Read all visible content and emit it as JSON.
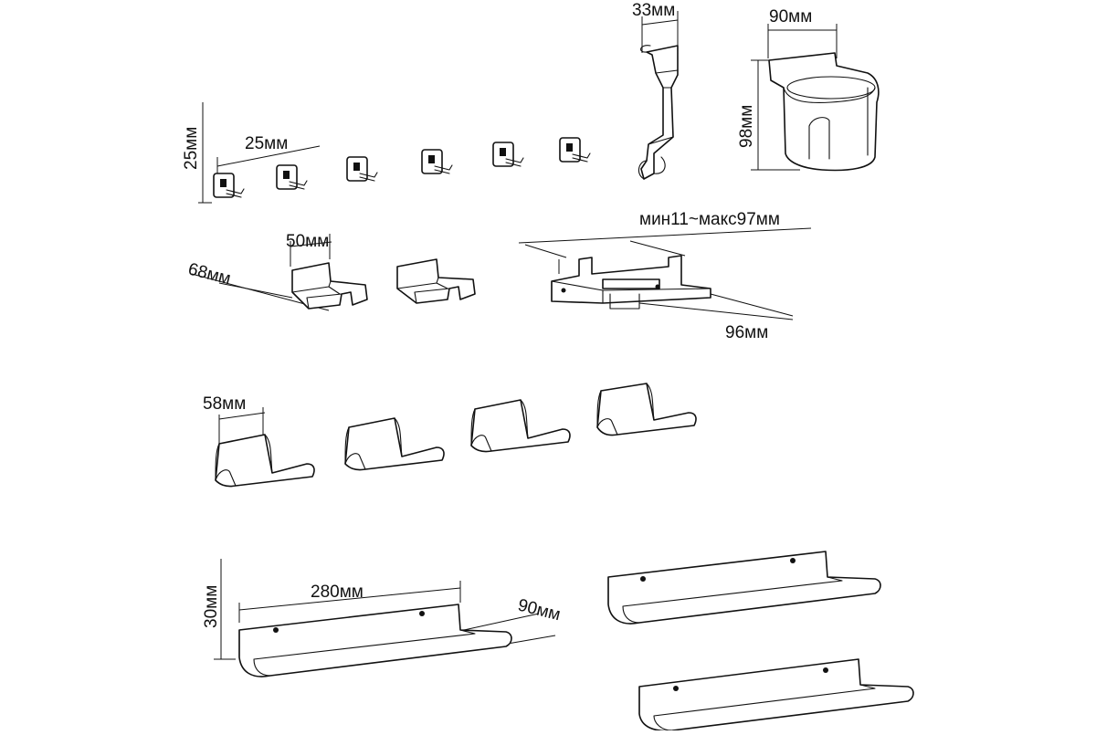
{
  "dimensions": {
    "hook_height": "25мм",
    "hook_width": "25мм",
    "hanger_width": "33мм",
    "cup_width": "90мм",
    "cup_height": "98мм",
    "holder_width": "50мм",
    "holder_depth": "68мм",
    "clamp_range": "мин11~макс97мм",
    "clamp_depth": "96мм",
    "rest_width": "58мм",
    "shelf_length": "280мм",
    "shelf_height": "30мм",
    "shelf_depth": "90мм"
  }
}
